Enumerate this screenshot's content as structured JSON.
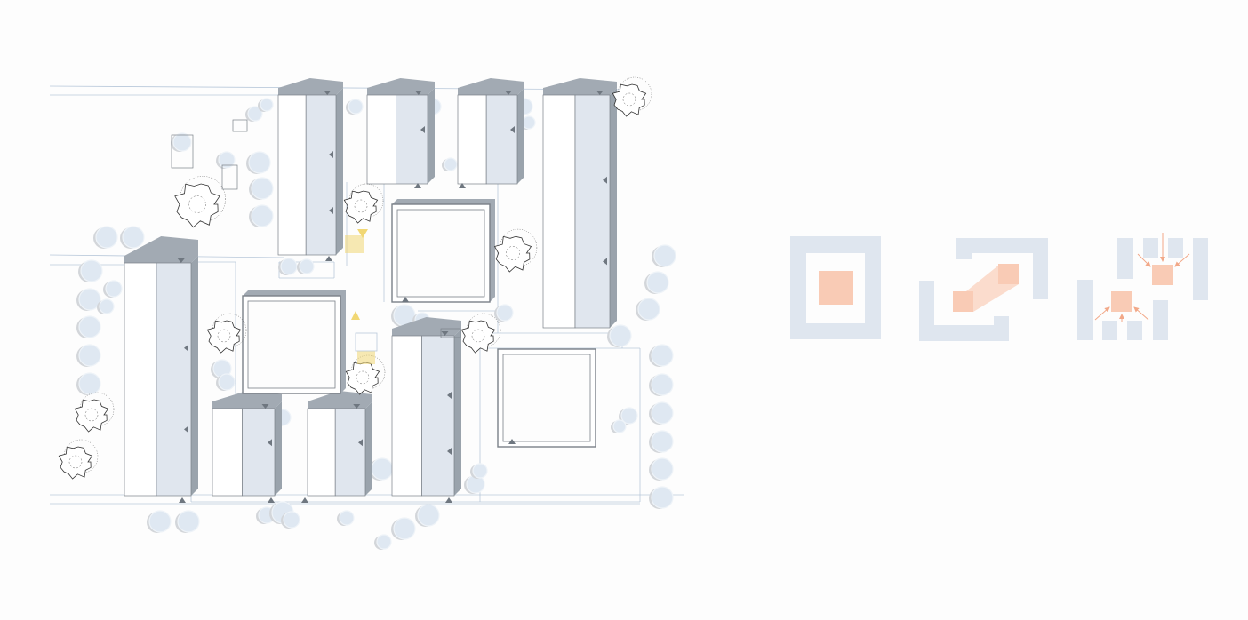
{
  "title": "",
  "colors": {
    "background": "#fdfdfd",
    "roof_dark": "#a2aab3",
    "roof_shadow": "#9aa3ac",
    "wall_light": "#e0e6ee",
    "wall_white": "#ffffff",
    "outline": "#7a8088",
    "path_line": "#b8c8da",
    "tree_blue": "#dfe8f2",
    "tree_shadow": "#d3d6da",
    "highlight_yellow": "#f1d774",
    "accent_peach": "#f9cbb5",
    "accent_peach_light": "#fbdccd",
    "arrow_peach": "#f2a888",
    "diagram_blue": "#dfe6ef"
  },
  "site_plan": {
    "bar_buildings": 8,
    "courtyard_blocks": 3,
    "sketched_trees": 9
  },
  "concept_diagrams": {
    "count": 3,
    "items": [
      {
        "name": "enclosed-courtyard",
        "icon": "square-ring-icon"
      },
      {
        "name": "interlocking-courtyards",
        "icon": "interlock-icon"
      },
      {
        "name": "distributed-bars",
        "icon": "converging-arrows-icon"
      }
    ]
  }
}
